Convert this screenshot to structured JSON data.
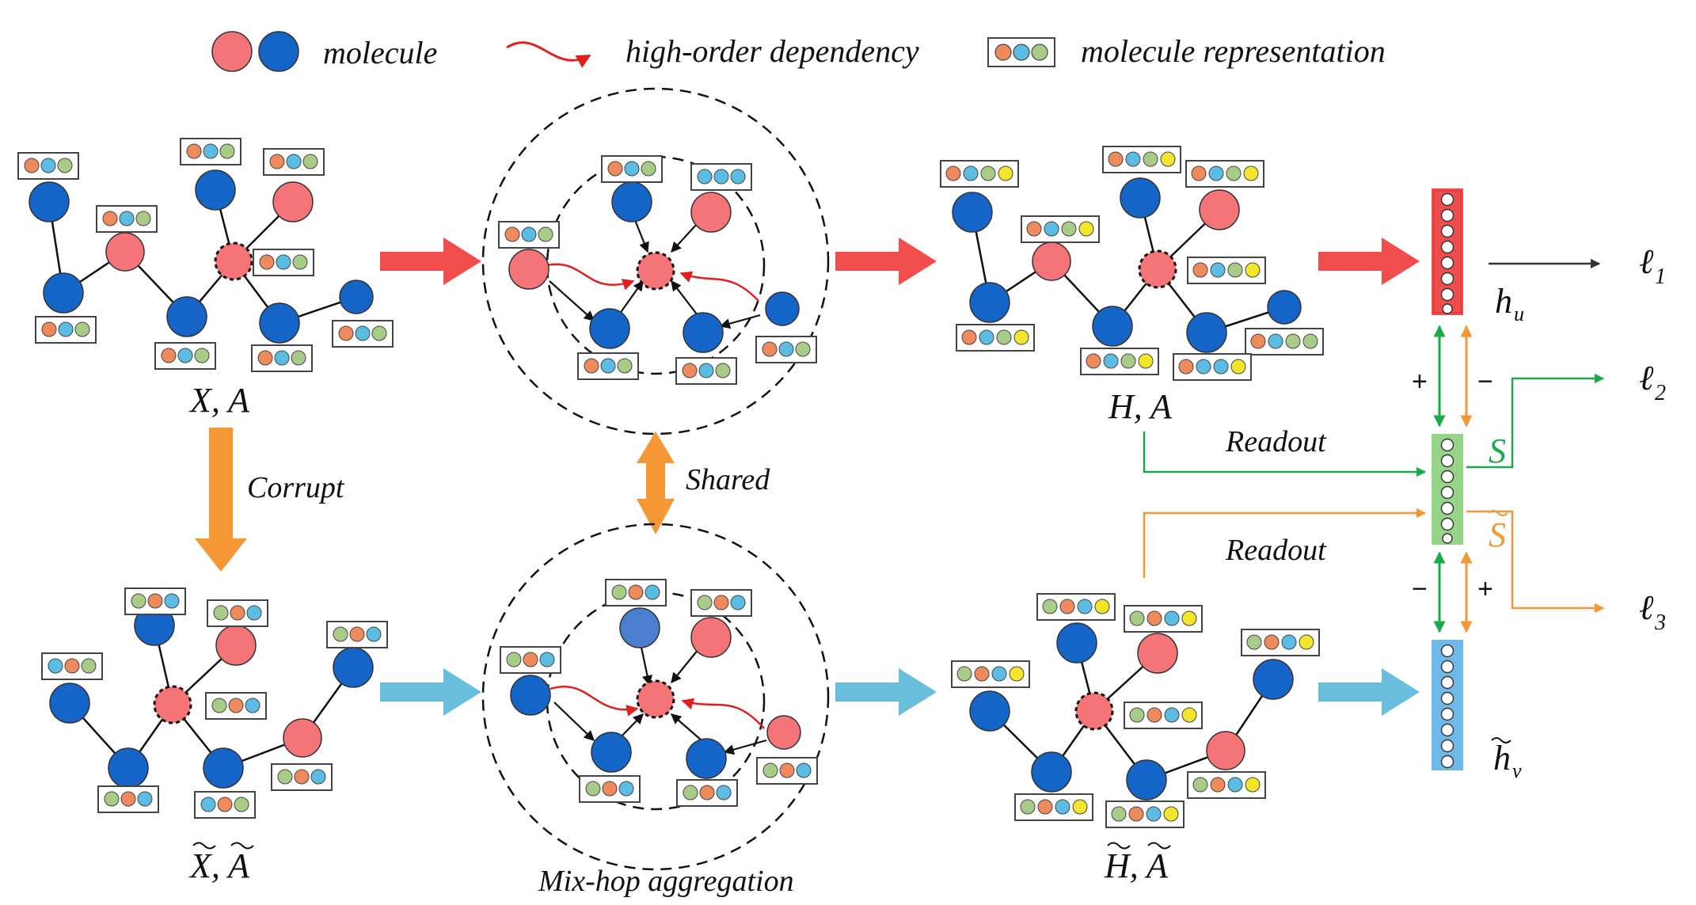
{
  "legend": {
    "molecule": "molecule",
    "dependency": "high-order dependency",
    "representation": "molecule representation"
  },
  "labels": {
    "input": "X, A",
    "corrupt": "Corrupt",
    "corrupted_input": "X, A",
    "shared": "Shared",
    "mixhop": "Mix-hop aggregation",
    "hidden": "H, A",
    "corrupted_hidden": "H, A",
    "readout_top": "Readout",
    "readout_bottom": "Readout",
    "summary": "S",
    "corrupted_summary": "S",
    "node_emb": "h",
    "node_emb_sub": "u",
    "corrupted_node_emb": "h",
    "corrupted_node_emb_sub": "v",
    "loss1": "ℓ",
    "loss1_sub": "1",
    "loss2": "ℓ",
    "loss2_sub": "2",
    "loss3": "ℓ",
    "loss3_sub": "3",
    "plus_top": "+",
    "minus_top": "−",
    "minus_bottom": "−",
    "plus_bottom": "+"
  },
  "colors": {
    "red_node": "#f47478",
    "blue_node": "#1565c8",
    "light_blue_node": "#4a7fcf",
    "red_arrow": "#f24d4d",
    "cyan_arrow": "#69bedd",
    "orange": "#f59735",
    "green": "#1aaa4a",
    "dot_orange": "#ef8a5c",
    "dot_cyan": "#5bbde3",
    "dot_green": "#a8cc88",
    "dot_yellow": "#f2e52b",
    "emb_red": "#ef4c4c",
    "emb_green": "#96d488",
    "emb_blue": "#6eb9e8"
  }
}
